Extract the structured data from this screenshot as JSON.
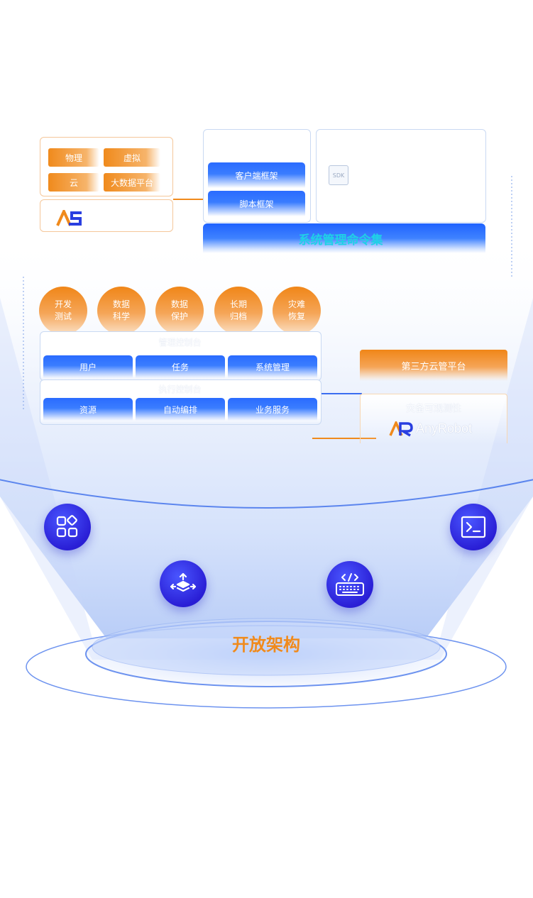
{
  "infra": {
    "tags": [
      "物理",
      "虚拟",
      "云",
      "大数据平台"
    ]
  },
  "frameworks": {
    "client": "客户端框架",
    "script": "脚本框架",
    "sdk_label": "SDK"
  },
  "command_set": "系统管理命令集",
  "capabilities": [
    {
      "line1": "开发",
      "line2": "测试"
    },
    {
      "line1": "数据",
      "line2": "科学"
    },
    {
      "line1": "数据",
      "line2": "保护"
    },
    {
      "line1": "长期",
      "line2": "归档"
    },
    {
      "line1": "灾难",
      "line2": "恢复"
    }
  ],
  "mgmt_console": {
    "title": "管理控制台",
    "items": [
      "用户",
      "任务",
      "系统管理"
    ]
  },
  "exec_console": {
    "title": "执行控制台",
    "items": [
      "资源",
      "自动编排",
      "业务服务"
    ]
  },
  "third_party": "第三方云管平台",
  "observability": "灾备可观测性",
  "anyrobot_brand": "AnyRobot",
  "open_arch": "开放架构",
  "feature_icons": [
    "apps-grid-icon",
    "layers-upload-icon",
    "code-keyboard-icon",
    "terminal-icon"
  ],
  "colors": {
    "orange": "#f08a1c",
    "blue": "#2a6bff",
    "accent_text": "#1fd1e6",
    "icon_bg": "#2a1fd6"
  }
}
